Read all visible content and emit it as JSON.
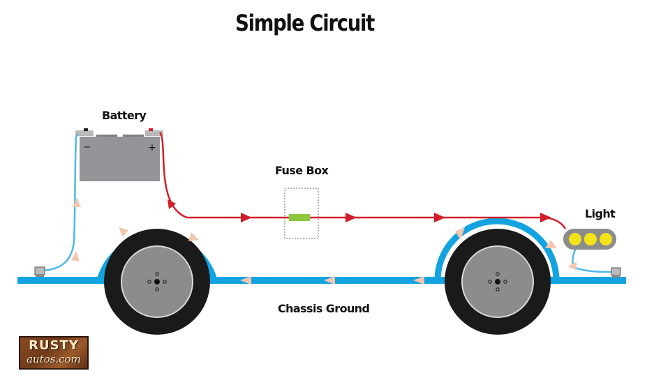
{
  "title": "Simple Circuit",
  "labels": {
    "battery": "Battery",
    "fuse_box": "Fuse Box",
    "light": "Light",
    "chassis_ground": "Chassis Ground"
  },
  "battery": {
    "negative_symbol": "−",
    "positive_symbol": "+"
  },
  "logo": {
    "word": "RUSTY",
    "sub": "autos.com"
  },
  "colors": {
    "chassis_blue": "#12a3e0",
    "positive_wire_red": "#d01f2a",
    "ground_wire_blue": "#4cb8e8",
    "battery_body": "#939598",
    "tire": "#1a1a1a",
    "hub": "#8c8c8c",
    "fuse": "#8dc63f",
    "lamp": "#f5e31a",
    "flow_arrow": "#f2c6b0"
  },
  "icons": [
    "battery-icon",
    "fuse-icon",
    "light-icon",
    "wheel-icon",
    "ground-bolt-icon",
    "current-arrow-icon"
  ]
}
